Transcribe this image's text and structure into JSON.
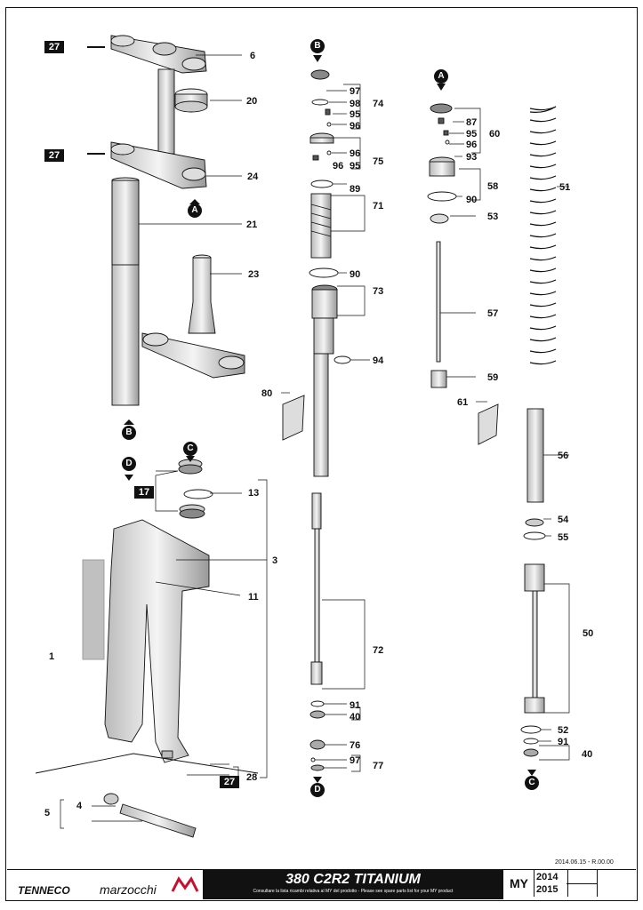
{
  "diagram": {
    "part_labels": [
      "1",
      "3",
      "4",
      "5",
      "6",
      "11",
      "13",
      "20",
      "21",
      "23",
      "24",
      "28",
      "40",
      "40",
      "50",
      "51",
      "52",
      "53",
      "54",
      "55",
      "56",
      "57",
      "58",
      "59",
      "60",
      "61",
      "71",
      "72",
      "73",
      "74",
      "75",
      "76",
      "77",
      "80",
      "87",
      "89",
      "90",
      "90",
      "91",
      "91",
      "93",
      "94",
      "95",
      "95",
      "95",
      "96",
      "96",
      "96",
      "96",
      "97",
      "97",
      "98"
    ],
    "boxed_refs": [
      "27",
      "27",
      "27",
      "17"
    ],
    "connector_refs": [
      "A",
      "A",
      "B",
      "B",
      "C",
      "C",
      "D",
      "D"
    ]
  },
  "footer": {
    "brand_1": "TENNECO",
    "brand_2": "marzocchi",
    "title": "380 C2R2 TITANIUM",
    "subtitle": "Consultare la lista ricambi relativa al MY del prodotto - Please see spare parts list for your MY product",
    "my_label": "MY",
    "year_1": "2014",
    "year_2": "2015",
    "revision": "2014.06.15 - R.00.00"
  },
  "colors": {
    "ink": "#111111",
    "part_fill": "#d9d9d9",
    "label_box": "#111111",
    "swatch": "#bfbfbf"
  }
}
